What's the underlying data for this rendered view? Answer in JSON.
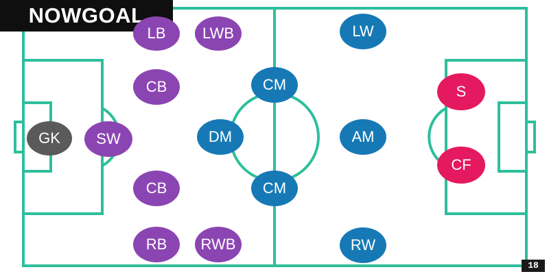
{
  "brand": {
    "logo_text": "NOWGOAL",
    "corner_mark": "18"
  },
  "colors": {
    "pitch_line": "#2dbf9c",
    "background": "#ffffff",
    "defender": "#8b45b2",
    "midfielder": "#1679b5",
    "forward": "#e4195f",
    "goalkeeper": "#5a5a5a"
  },
  "players": [
    {
      "id": "gk",
      "label": "GK",
      "role": "goalkeeper"
    },
    {
      "id": "sw",
      "label": "SW",
      "role": "defender"
    },
    {
      "id": "lb",
      "label": "LB",
      "role": "defender"
    },
    {
      "id": "lwb",
      "label": "LWB",
      "role": "defender"
    },
    {
      "id": "cb-top",
      "label": "CB",
      "role": "defender"
    },
    {
      "id": "cb-bottom",
      "label": "CB",
      "role": "defender"
    },
    {
      "id": "rb",
      "label": "RB",
      "role": "defender"
    },
    {
      "id": "rwb",
      "label": "RWB",
      "role": "defender"
    },
    {
      "id": "cm-top",
      "label": "CM",
      "role": "midfielder"
    },
    {
      "id": "dm",
      "label": "DM",
      "role": "midfielder"
    },
    {
      "id": "cm-bottom",
      "label": "CM",
      "role": "midfielder"
    },
    {
      "id": "lw",
      "label": "LW",
      "role": "midfielder"
    },
    {
      "id": "am",
      "label": "AM",
      "role": "midfielder"
    },
    {
      "id": "rw",
      "label": "RW",
      "role": "midfielder"
    },
    {
      "id": "s",
      "label": "S",
      "role": "forward"
    },
    {
      "id": "cf",
      "label": "CF",
      "role": "forward"
    }
  ]
}
